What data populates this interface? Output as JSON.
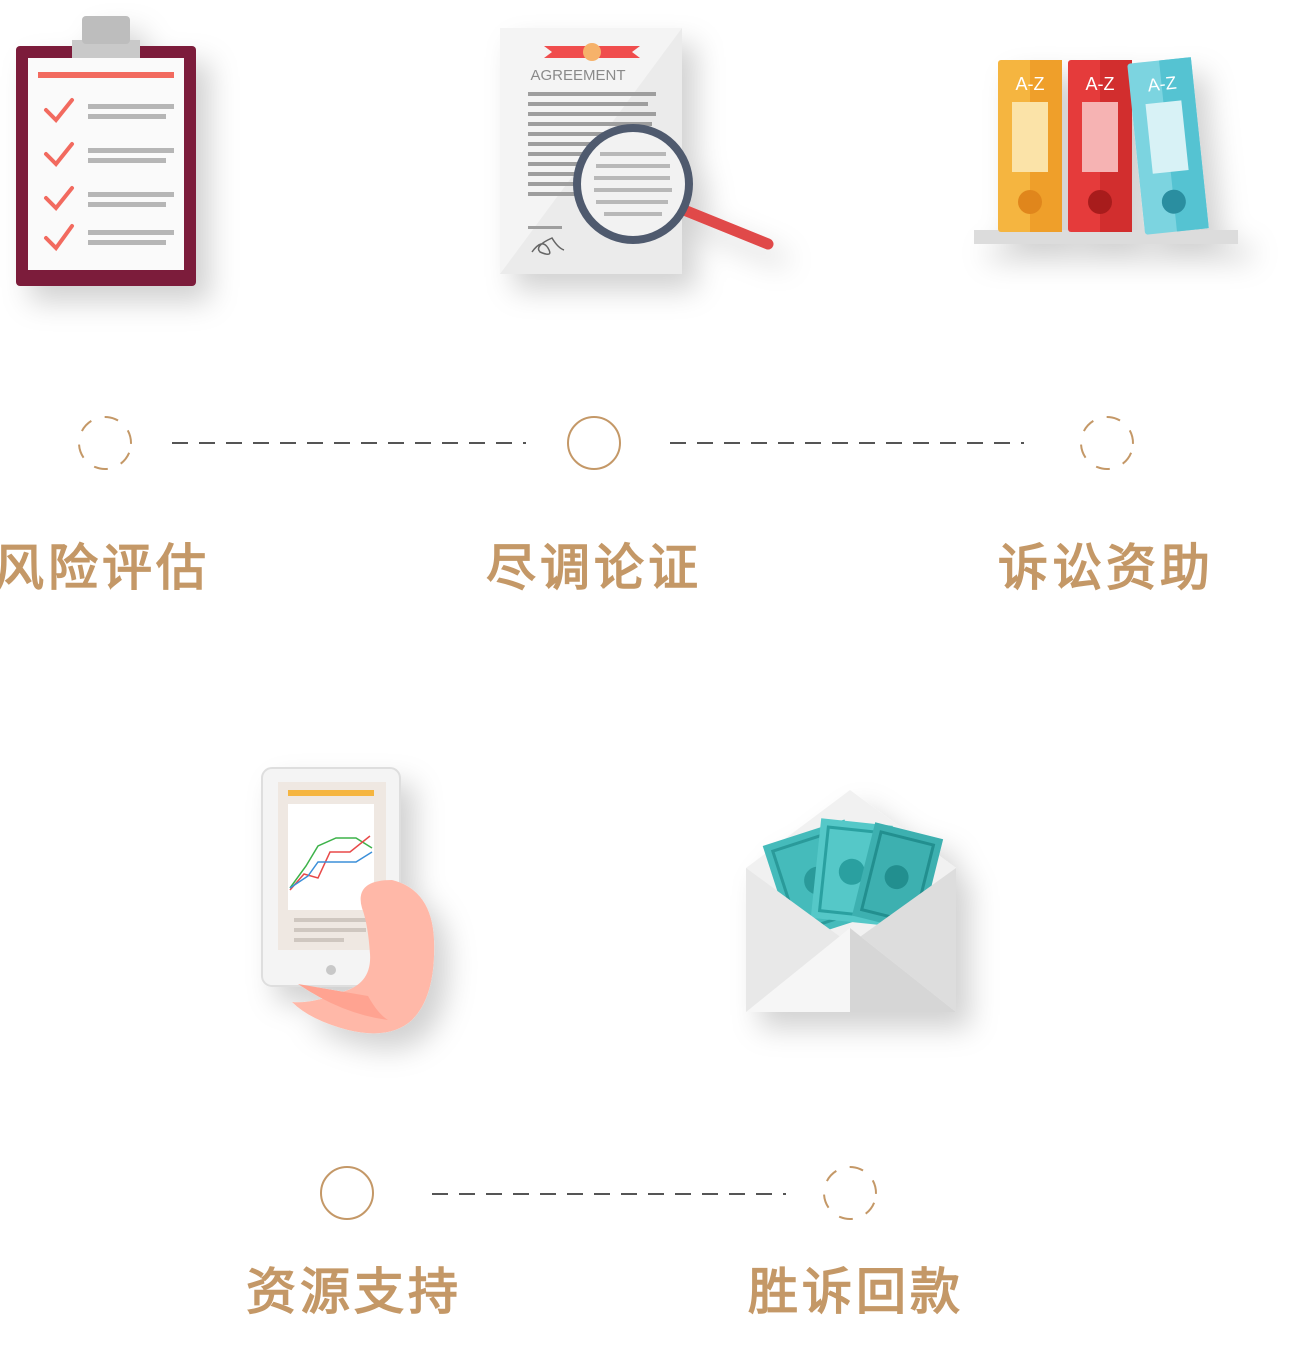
{
  "colors": {
    "accent": "#c49867",
    "dash": "#555555"
  },
  "steps": [
    {
      "label": "风险评估",
      "icon": "clipboard-checklist-icon",
      "node": "dashed"
    },
    {
      "label": "尽调论证",
      "icon": "agreement-magnifier-icon",
      "node": "solid"
    },
    {
      "label": "诉讼资助",
      "icon": "az-binders-icon",
      "node": "dashed"
    },
    {
      "label": "资源支持",
      "icon": "phone-chart-hand-icon",
      "node": "solid"
    },
    {
      "label": "胜诉回款",
      "icon": "money-envelope-icon",
      "node": "dashed"
    }
  ],
  "agreement": {
    "heading": "AGREEMENT"
  },
  "binders": {
    "labels": [
      "A-Z",
      "A-Z",
      "A-Z"
    ]
  }
}
